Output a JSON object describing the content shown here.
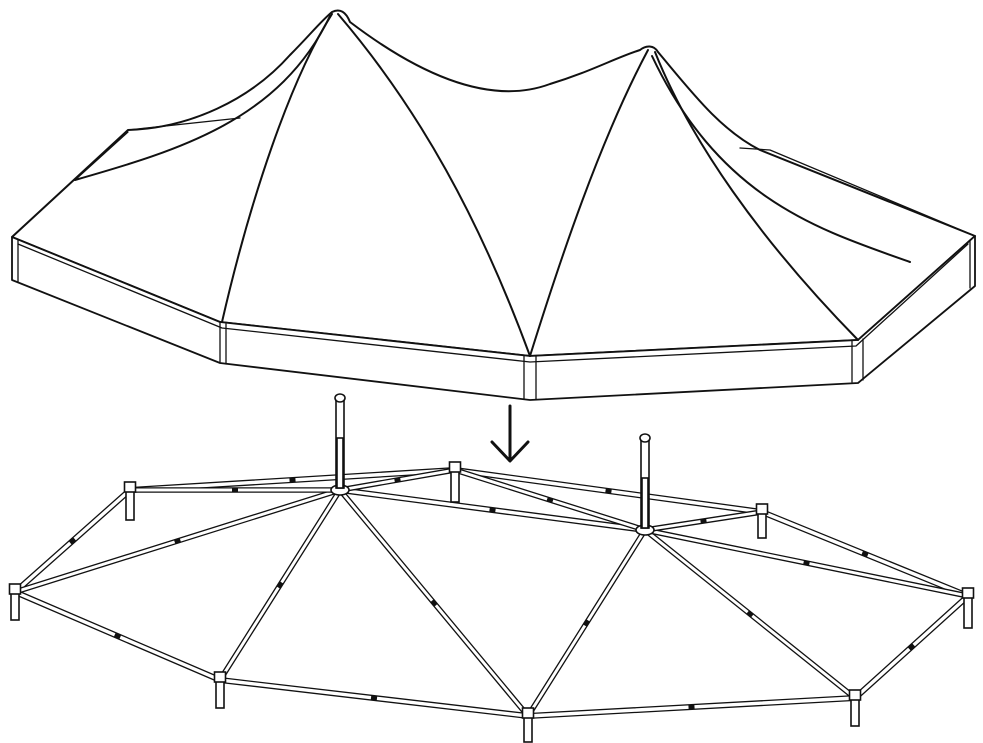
{
  "figure": {
    "kind": "line-art assembly illustration",
    "parts": [
      "tent-canopy",
      "tent-frame"
    ],
    "action_icon": "down-arrow-icon",
    "colors": {
      "stroke": "#111111",
      "background": "#ffffff"
    }
  }
}
